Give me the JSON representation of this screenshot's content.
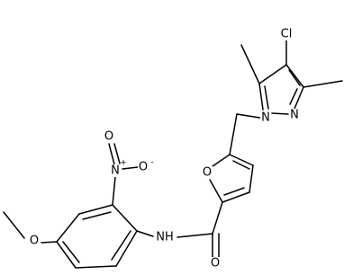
{
  "structure": {
    "atoms": {
      "cl": "Cl",
      "pyrazole_n1": "N",
      "pyrazole_n2": "N",
      "furan_o": "O",
      "amide_nh": "NH",
      "amide_o": "O",
      "nitro_n": "N",
      "nitro_n_charge": "+",
      "nitro_o_top": "O",
      "nitro_o_right": "O",
      "nitro_o_charge": "-",
      "methoxy_o": "O"
    }
  }
}
